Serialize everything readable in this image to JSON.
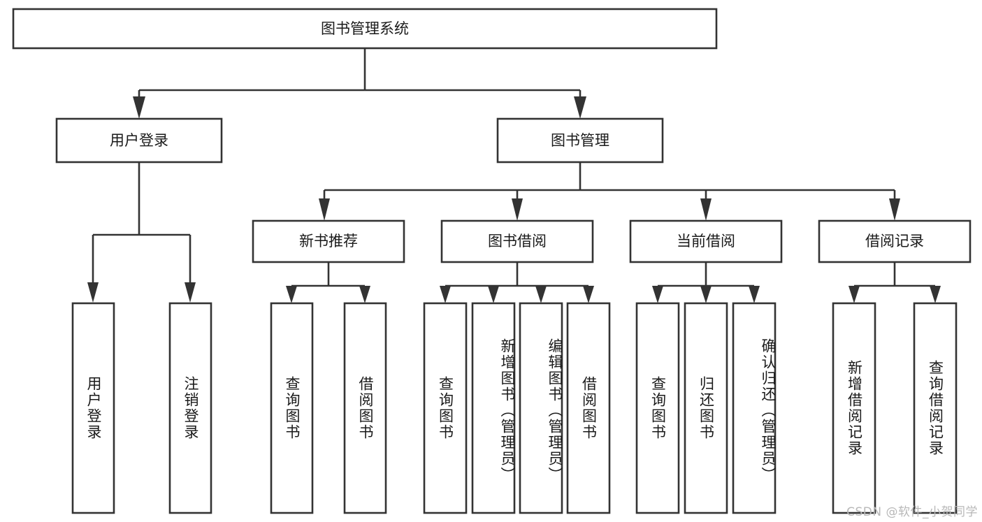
{
  "diagram": {
    "type": "tree-hierarchy-chart",
    "root": {
      "id": "root",
      "label": "图书管理系统"
    },
    "level2": [
      {
        "id": "user-login",
        "label": "用户登录"
      },
      {
        "id": "book-management",
        "label": "图书管理"
      }
    ],
    "level3": [
      {
        "id": "new-book-recommend",
        "label": "新书推荐",
        "parent": "book-management"
      },
      {
        "id": "book-borrow",
        "label": "图书借阅",
        "parent": "book-management"
      },
      {
        "id": "current-borrow",
        "label": "当前借阅",
        "parent": "book-management"
      },
      {
        "id": "borrow-record",
        "label": "借阅记录",
        "parent": "book-management"
      }
    ],
    "leaves": [
      {
        "id": "leaf-user-login",
        "label": "用户登录",
        "parent": "user-login"
      },
      {
        "id": "leaf-logout-login",
        "label": "注销登录",
        "parent": "user-login"
      },
      {
        "id": "leaf-query-book-1",
        "label": "查询图书",
        "parent": "new-book-recommend"
      },
      {
        "id": "leaf-borrow-book-1",
        "label": "借阅图书",
        "parent": "new-book-recommend"
      },
      {
        "id": "leaf-query-book-2",
        "label": "查询图书",
        "parent": "book-borrow"
      },
      {
        "id": "leaf-add-book",
        "label": "新增图书（管理员）",
        "parent": "book-borrow"
      },
      {
        "id": "leaf-edit-book",
        "label": "编辑图书（管理员）",
        "parent": "book-borrow"
      },
      {
        "id": "leaf-borrow-book-2",
        "label": "借阅图书",
        "parent": "book-borrow"
      },
      {
        "id": "leaf-query-book-3",
        "label": "查询图书",
        "parent": "current-borrow"
      },
      {
        "id": "leaf-return-book",
        "label": "归还图书",
        "parent": "current-borrow"
      },
      {
        "id": "leaf-confirm-return",
        "label": "确认归还（管理员）",
        "parent": "current-borrow"
      },
      {
        "id": "leaf-add-record",
        "label": "新增借阅记录",
        "parent": "borrow-record"
      },
      {
        "id": "leaf-query-record",
        "label": "查询借阅记录",
        "parent": "borrow-record"
      }
    ],
    "colors": {
      "stroke": "#333333",
      "fill": "#ffffff",
      "text": "#1a1a1a",
      "watermark": "#b8b8b8"
    }
  },
  "watermark": {
    "text": "CSDN @软件_小贺同学"
  }
}
